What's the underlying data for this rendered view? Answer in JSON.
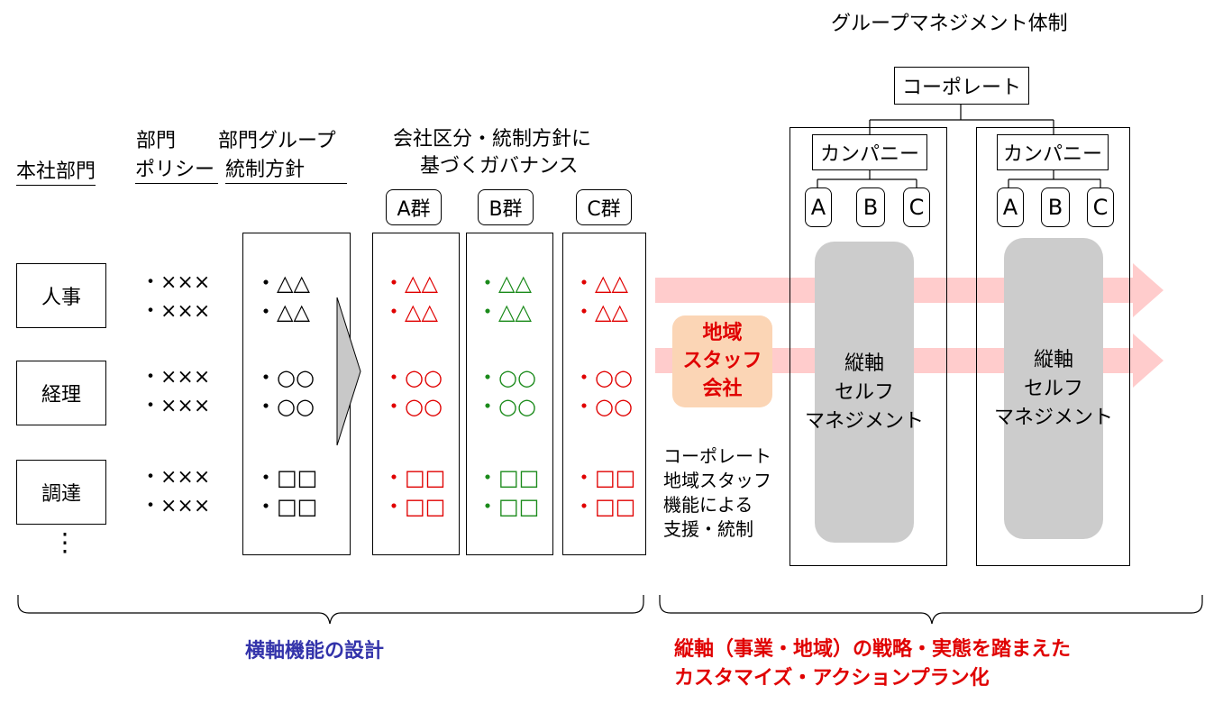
{
  "title": "グループマネジメント体制",
  "left": {
    "col_dept": "本社部門",
    "col_policy": [
      "部門",
      "ポリシー"
    ],
    "col_group": [
      "部門グループ",
      "統制方針"
    ],
    "departments": [
      "人事",
      "経理",
      "調達"
    ],
    "ellipsis": "⋮",
    "policy_items": [
      "・×××",
      "・×××"
    ],
    "group_items": {
      "triangle": "・△△",
      "circle": "・○○",
      "square": "・□□"
    }
  },
  "governance": {
    "header": [
      "会社区分・統制方針に",
      "基づくガバナンス"
    ],
    "groups": [
      "A群",
      "B群",
      "C群"
    ],
    "colors": {
      "a": "#e00000",
      "b": "#1a8a1a",
      "c": "#e00000"
    }
  },
  "regional": {
    "label": [
      "地域",
      "スタッフ",
      "会社"
    ],
    "support": [
      "コーポレート",
      "地域スタッフ",
      "機能による",
      "支援・統制"
    ]
  },
  "org": {
    "corporate": "コーポレート",
    "company": "カンパニー",
    "units": [
      "A",
      "B",
      "C"
    ],
    "vertical": [
      "縦軸",
      "セルフ",
      "マネジメント"
    ]
  },
  "bottom": {
    "left_caption": "横軸機能の設計",
    "right_caption": [
      "縦軸（事業・地域）の戦略・実態を踏まえた",
      "カスタマイズ・アクションプラン化"
    ]
  },
  "colors": {
    "accent_red": "#e00000",
    "accent_green": "#1a8a1a",
    "caption_blue": "#3333aa",
    "band_pink": "#ffcccc",
    "regional_fill": "#fbd5b5",
    "pill_gray": "#cccccc"
  }
}
